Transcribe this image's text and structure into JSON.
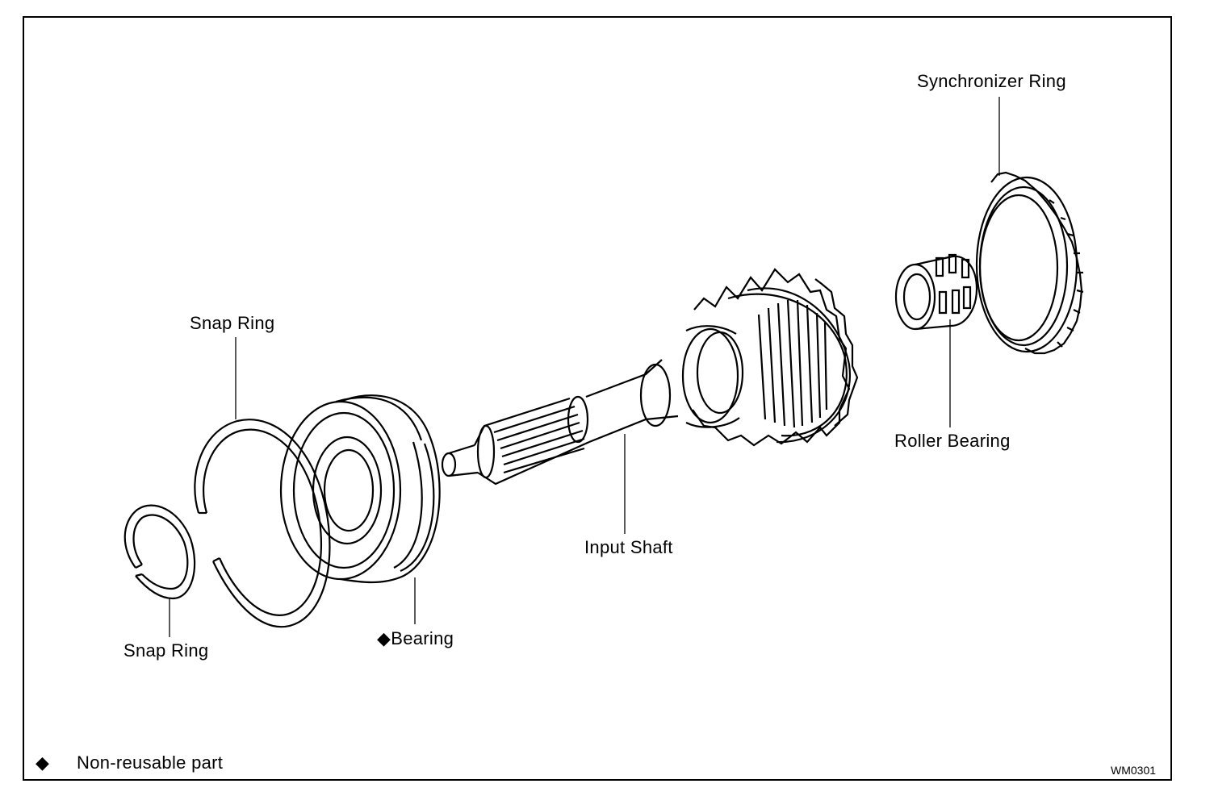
{
  "labels": {
    "synchronizer_ring": "Synchronizer Ring",
    "snap_ring_upper": "Snap Ring",
    "snap_ring_lower": "Snap Ring",
    "roller_bearing": "Roller Bearing",
    "input_shaft": "Input Shaft",
    "bearing": "◆Bearing"
  },
  "legend": {
    "symbol": "◆",
    "text": "Non-reusable part"
  },
  "figure_code": "WM0301"
}
